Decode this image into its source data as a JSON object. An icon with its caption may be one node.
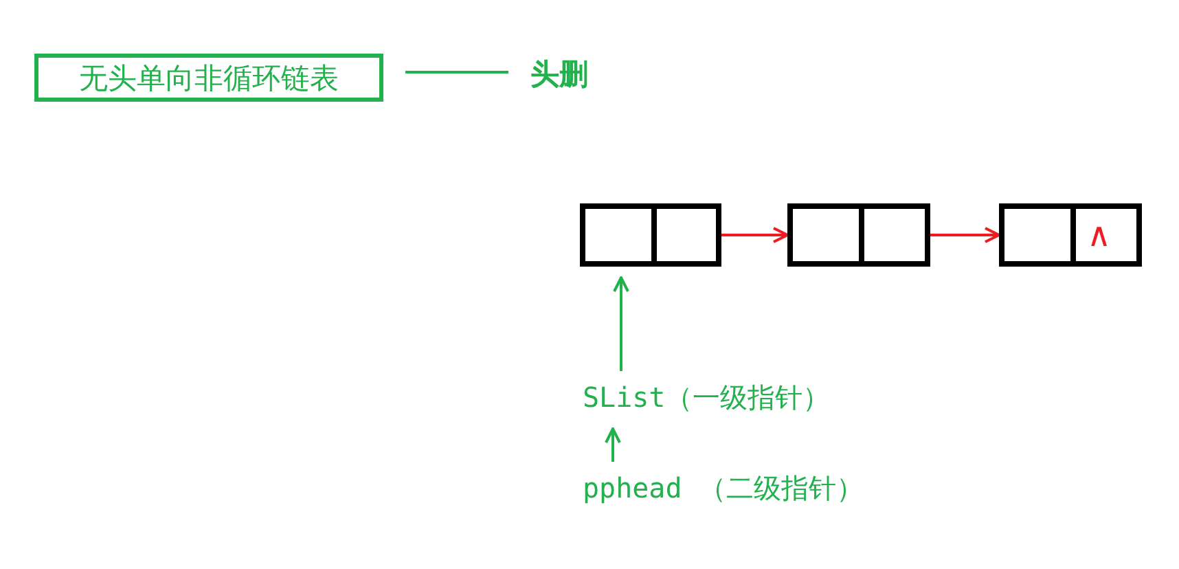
{
  "diagram": {
    "nodes": [
      {
        "text": [
          "无头单向非循环链表"
        ]
      },
      {
        "text": [
          "头删"
        ]
      },
      {
        "text": [],
        "shape": "box"
      },
      {
        "text": [],
        "shape": "box"
      },
      {
        "text": [
          "∧"
        ]
      },
      {
        "text": [
          "SList（一级指针）"
        ]
      },
      {
        "text": [
          "pphead （二级指针）"
        ]
      }
    ],
    "edges": [
      {
        "from": 0,
        "to": 1,
        "arrow": "none"
      },
      {
        "from": 2,
        "to": 3,
        "arrow": "to",
        "color": "#ed1c24"
      },
      {
        "from": 3,
        "to": 4,
        "arrow": "to",
        "color": "#ed1c24"
      },
      {
        "from": 5,
        "to": 2,
        "arrow": "to"
      },
      {
        "from": 6,
        "to": 5,
        "arrow": "to"
      }
    ]
  }
}
